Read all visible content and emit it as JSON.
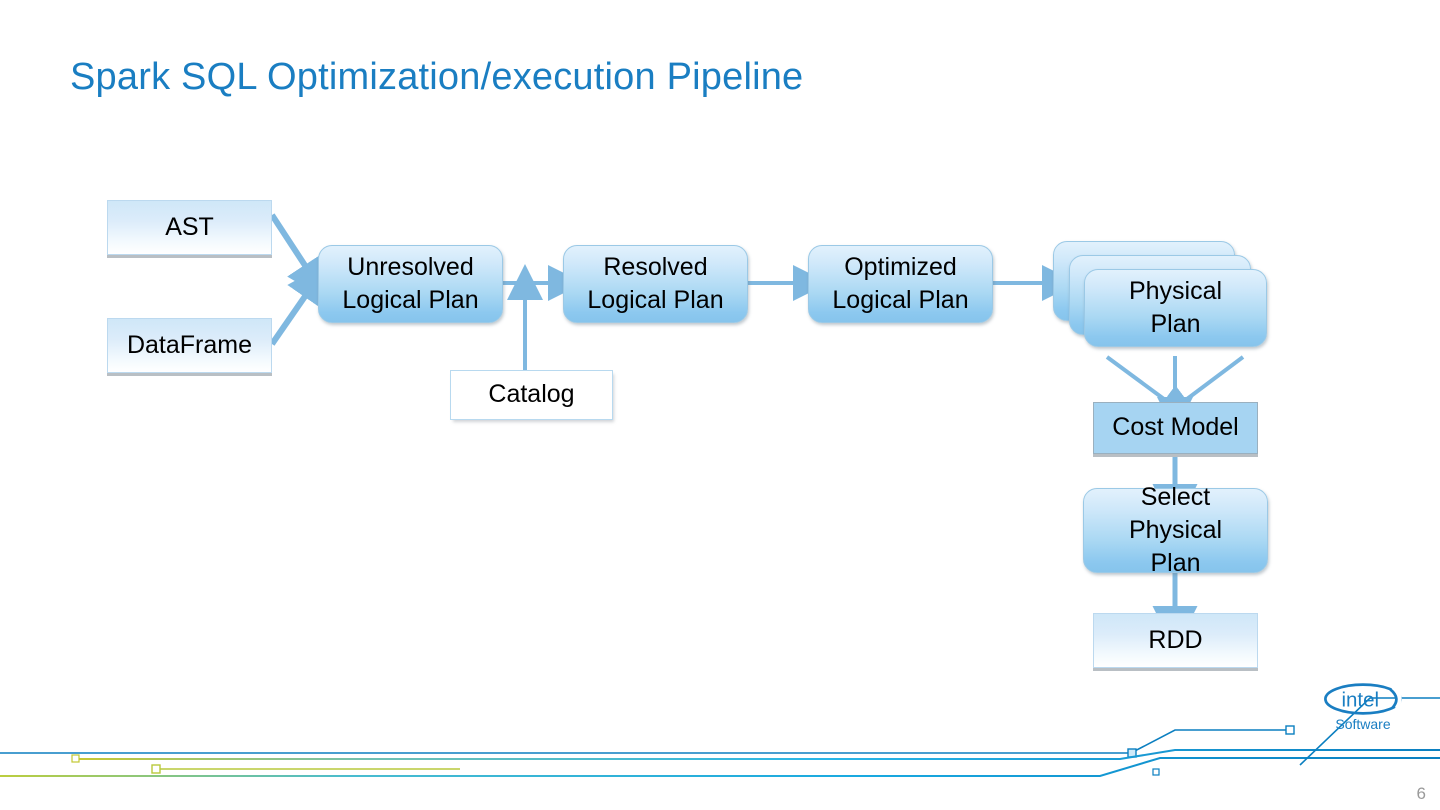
{
  "slide": {
    "title": "Spark SQL Optimization/execution Pipeline",
    "page_number": "6",
    "title_color": "#1a7ec2"
  },
  "branding": {
    "logo_word": "intel",
    "logo_sub": "Software",
    "logo_color": "#1a7ec2"
  },
  "diagram": {
    "type": "flowchart",
    "nodes": [
      {
        "id": "ast",
        "label": "AST",
        "style": "rect"
      },
      {
        "id": "dataframe",
        "label": "DataFrame",
        "style": "rect"
      },
      {
        "id": "unresolved",
        "label": "Unresolved\nLogical Plan",
        "line1": "Unresolved",
        "line2": "Logical Plan",
        "style": "round"
      },
      {
        "id": "catalog",
        "label": "Catalog",
        "style": "white"
      },
      {
        "id": "resolved",
        "label": "Resolved\nLogical Plan",
        "line1": "Resolved",
        "line2": "Logical Plan",
        "style": "round"
      },
      {
        "id": "optimized",
        "label": "Optimized\nLogical Plan",
        "line1": "Optimized",
        "line2": "Logical Plan",
        "style": "round"
      },
      {
        "id": "physical",
        "label": "Physical\nPlan",
        "line1": "Physical",
        "line2": "Plan",
        "style": "round-stack",
        "stack_count": 3
      },
      {
        "id": "cost-model",
        "label": "Cost Model",
        "style": "solid"
      },
      {
        "id": "select-physical",
        "label": "Select\nPhysical\nPlan",
        "line1": "Select",
        "line2": "Physical",
        "line3": "Plan",
        "style": "round"
      },
      {
        "id": "rdd",
        "label": "RDD",
        "style": "rect"
      }
    ],
    "edges": [
      {
        "from": "ast",
        "to": "unresolved"
      },
      {
        "from": "dataframe",
        "to": "unresolved"
      },
      {
        "from": "unresolved",
        "to": "resolved"
      },
      {
        "from": "catalog",
        "to": "unresolved"
      },
      {
        "from": "resolved",
        "to": "optimized"
      },
      {
        "from": "optimized",
        "to": "physical"
      },
      {
        "from": "physical",
        "to": "cost-model"
      },
      {
        "from": "physical",
        "to": "cost-model"
      },
      {
        "from": "physical",
        "to": "cost-model"
      },
      {
        "from": "cost-model",
        "to": "select-physical"
      },
      {
        "from": "select-physical",
        "to": "rdd"
      }
    ],
    "arrow_color": "#7fb8e0"
  }
}
